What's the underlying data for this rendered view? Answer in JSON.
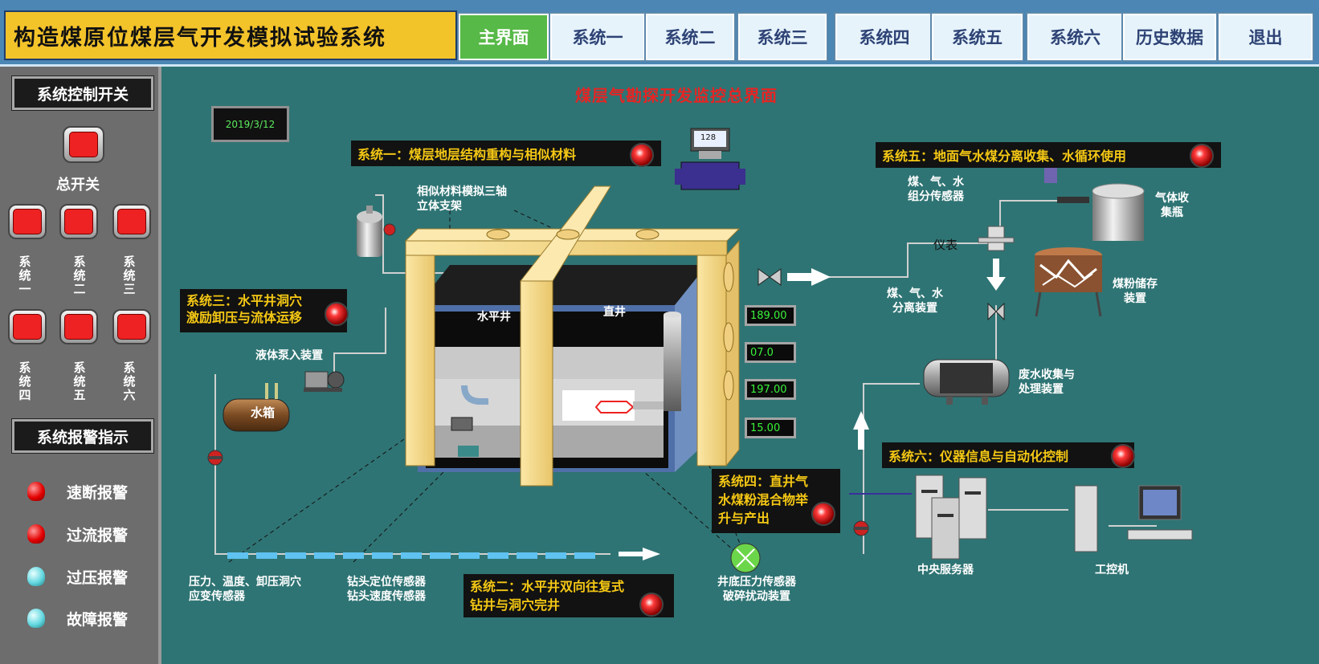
{
  "app_title": "构造煤原位煤层气开发模拟试验系统",
  "nav": [
    {
      "label": "主界面",
      "active": true
    },
    {
      "label": "系统一",
      "active": false
    },
    {
      "label": "系统二",
      "active": false
    },
    {
      "label": "系统三",
      "active": false
    },
    {
      "label": "系统四",
      "active": false
    },
    {
      "label": "系统五",
      "active": false
    },
    {
      "label": "系统六",
      "active": false
    },
    {
      "label": "历史数据",
      "active": false
    },
    {
      "label": "退出",
      "active": false
    }
  ],
  "left": {
    "control_title": "系统控制开关",
    "master_label": "总开关",
    "switches": [
      "系统一",
      "系统二",
      "系统三",
      "系统四",
      "系统五",
      "系统六"
    ],
    "alarm_title": "系统报警指示",
    "alarms": [
      {
        "label": "速断报警",
        "color": "red"
      },
      {
        "label": "过流报警",
        "color": "red"
      },
      {
        "label": "过压报警",
        "color": "cyan"
      },
      {
        "label": "故障报警",
        "color": "cyan"
      }
    ]
  },
  "main": {
    "title": "煤层气勘探开发监控总界面",
    "date": "2019/3/12",
    "meter_value": "128",
    "systems": {
      "s1": "系统一：煤层地层结构重构与相似材料",
      "s2a": "系统二：水平井双向往复式",
      "s2b": "钻井与洞穴完井",
      "s3a": "系统三：水平井洞穴",
      "s3b": "激励卸压与流体运移",
      "s4a": "系统四：直井气",
      "s4b": "水煤粉混合物举",
      "s4c": "升与产出",
      "s5": "系统五：地面气水煤分离收集、水循环使用",
      "s6": "系统六：仪器信息与自动化控制"
    },
    "labels": {
      "support_a": "相似材料模拟三轴",
      "support_b": "立体支架",
      "horizontal_well": "水平井",
      "vertical_well": "直井",
      "pump": "液体泵入装置",
      "water_tank": "水箱",
      "sensor_a": "压力、温度、卸压洞穴",
      "sensor_b": "应变传感器",
      "drill_a": "钻头定位传感器",
      "drill_b": "钻头速度传感器",
      "bottom_a": "井底压力传感器",
      "bottom_b": "破碎扰动装置",
      "comp_a": "煤、气、水",
      "comp_b": "组分传感器",
      "instrument": "仪表",
      "gas_a": "气体收",
      "gas_b": "集瓶",
      "sep_a": "煤、气、水",
      "sep_b": "分离装置",
      "coal_a": "煤粉储存",
      "coal_b": "装置",
      "waste_a": "废水收集与",
      "waste_b": "处理装置",
      "server": "中央服务器",
      "ipc": "工控机"
    },
    "readings": [
      "189.00",
      "07.0",
      "197.00",
      "15.00"
    ]
  }
}
